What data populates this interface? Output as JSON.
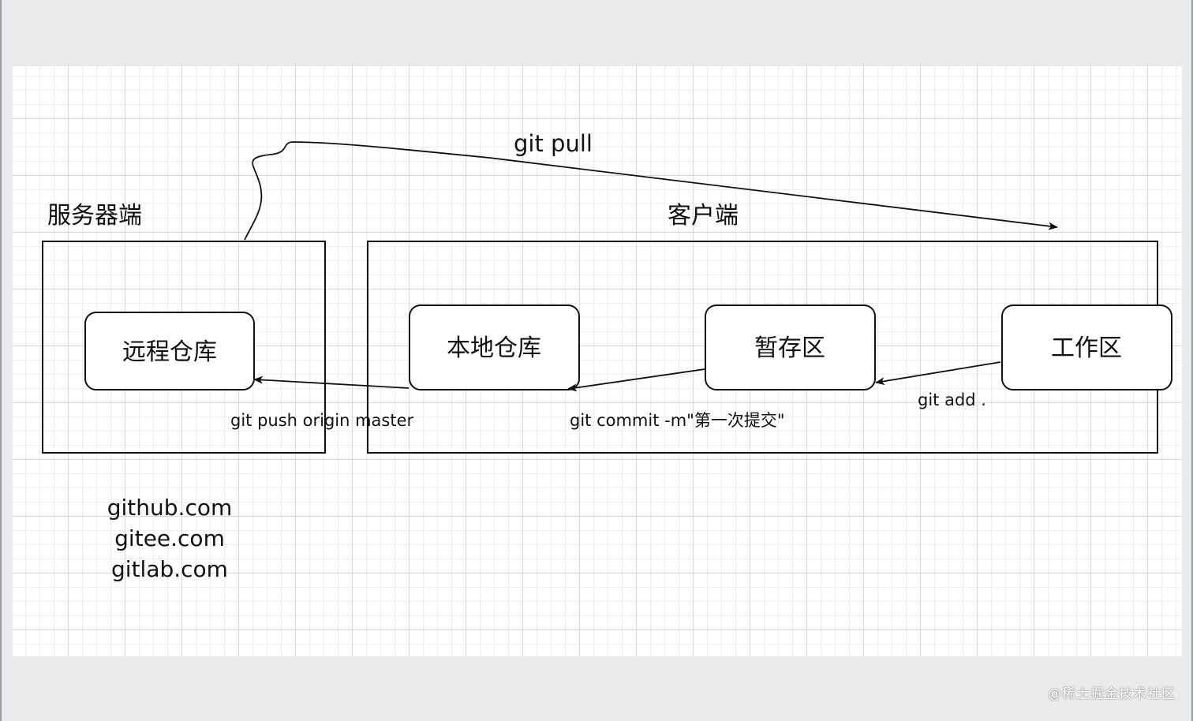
{
  "labels": {
    "server_side": "服务器端",
    "client_side": "客户端",
    "git_pull": "git pull",
    "git_push": "git push origin master",
    "git_commit": "git commit -m\"第一次提交\"",
    "git_add": "git add ."
  },
  "nodes": {
    "remote_repo": "远程仓库",
    "local_repo": "本地仓库",
    "staging_area": "暂存区",
    "working_area": "工作区"
  },
  "hosts": [
    "github.com",
    "gitee.com",
    "gitlab.com"
  ],
  "watermark": "@稀土掘金技术社区",
  "colors": {
    "stroke": "#111111",
    "grid_major": "#d6d6d6",
    "grid_minor": "#eeeeee",
    "background": "#e9eaec"
  }
}
